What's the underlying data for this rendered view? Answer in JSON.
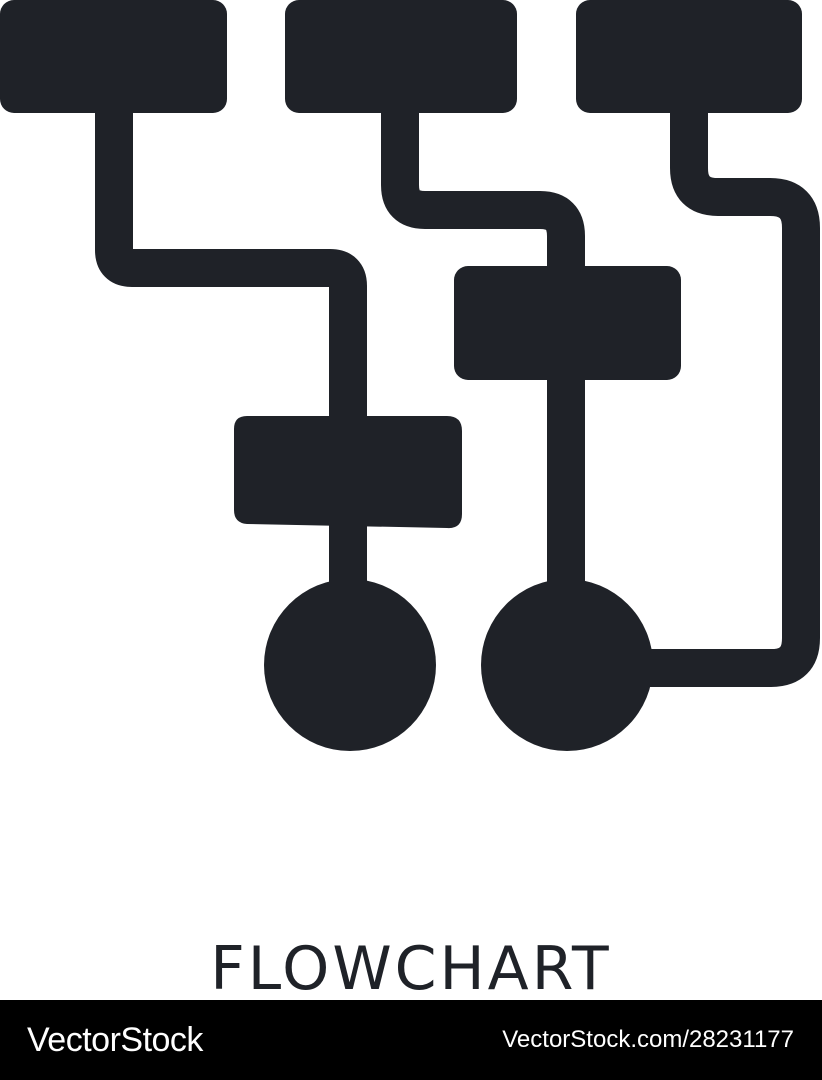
{
  "icon": {
    "name": "flowchart-icon",
    "color": "#1f2228",
    "background": "#ffffff"
  },
  "caption": {
    "text": "FLOWCHART"
  },
  "footer": {
    "brand": "VectorStock",
    "id_text": "VectorStock.com/28231177",
    "background": "#000000",
    "text_color": "#ffffff"
  }
}
